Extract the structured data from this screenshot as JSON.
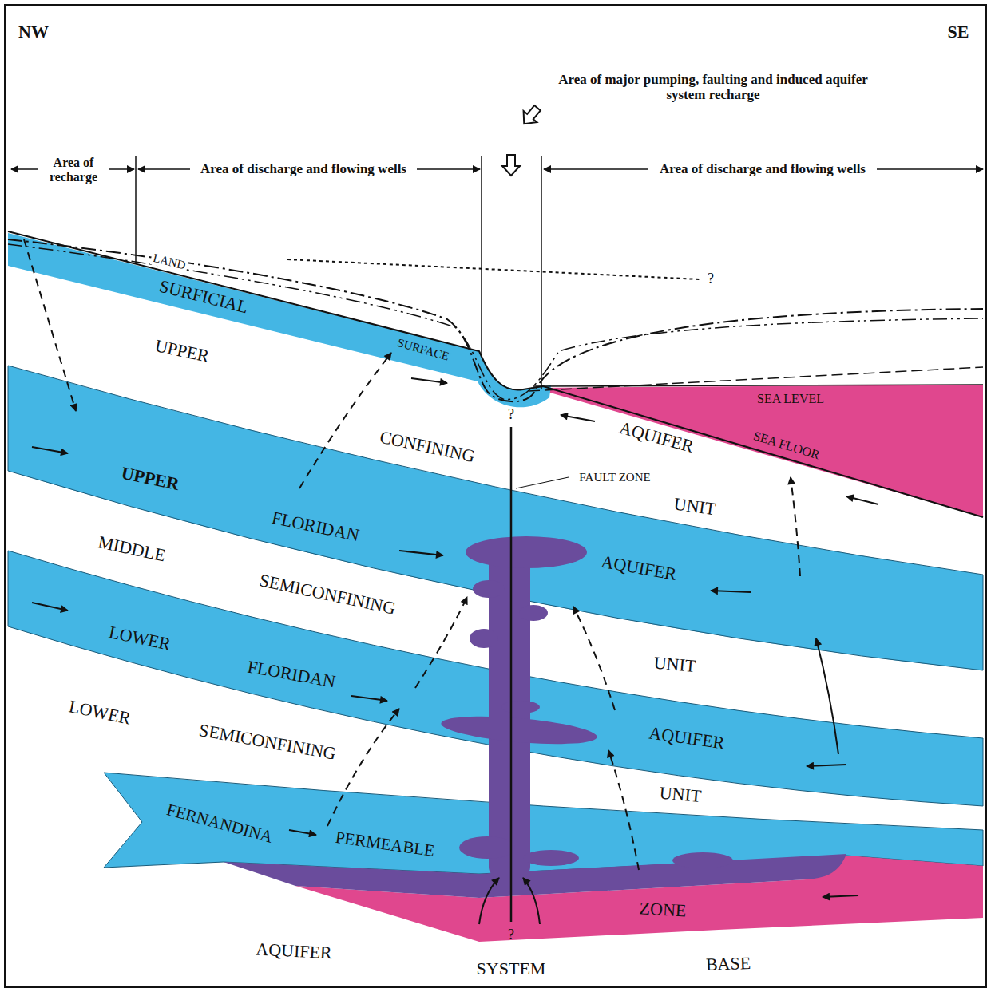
{
  "diagram": {
    "labels": [
      "NW",
      "SE",
      "Area of major pumping, faulting and induced aquifer system recharge",
      "Area of recharge",
      "Area of discharge and flowing wells",
      "Area of discharge and flowing wells",
      "LAND",
      "SURFACE",
      "SURFICIAL",
      "AQUIFER",
      "?",
      "SEA LEVEL",
      "SEA FLOOR",
      "UPPER",
      "CONFINING",
      "UNIT",
      "UPPER",
      "FLORIDAN",
      "AQUIFER",
      "FAULT ZONE",
      "?",
      "MIDDLE",
      "SEMICONFINING",
      "UNIT",
      "LOWER",
      "FLORIDAN",
      "AQUIFER",
      "LOWER",
      "SEMICONFINING",
      "UNIT",
      "FERNANDINA",
      "PERMEABLE",
      "ZONE",
      "AQUIFER",
      "SYSTEM",
      "BASE",
      "?"
    ]
  }
}
